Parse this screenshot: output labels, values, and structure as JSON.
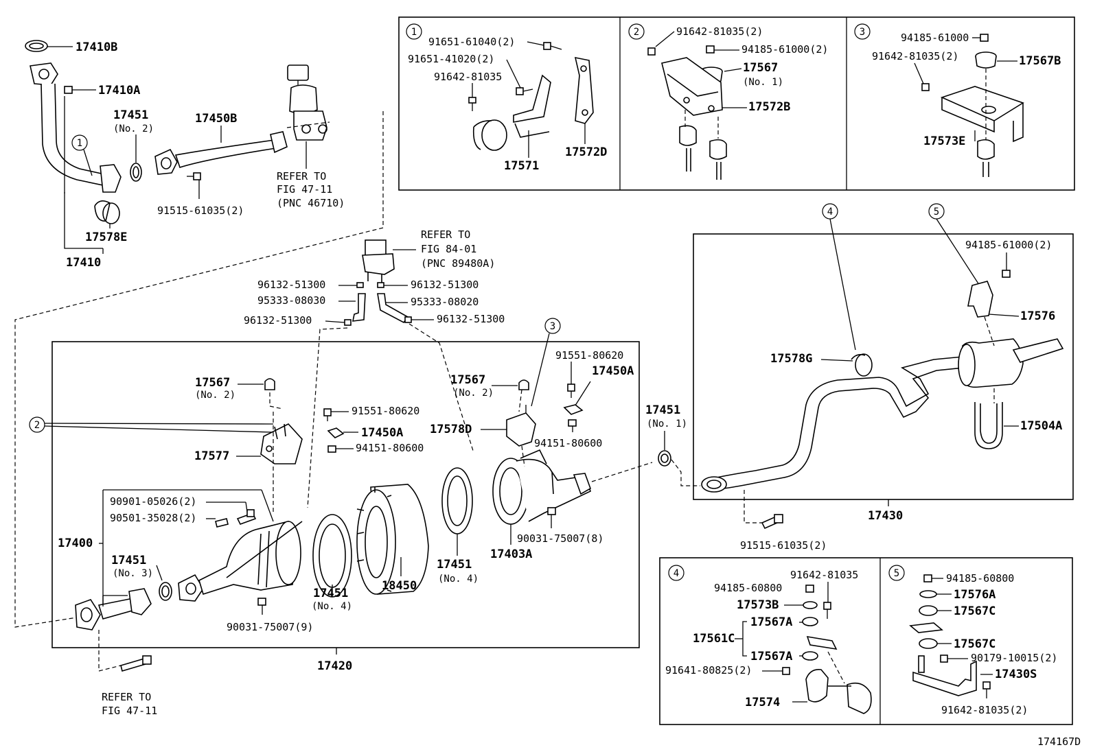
{
  "diagram_id": "174167D",
  "labels": {
    "p17410B": "17410B",
    "p17410A": "17410A",
    "p17451_no2": "17451",
    "no2": "(No. 2)",
    "p17450B": "17450B",
    "p17578E": "17578E",
    "p17410": "17410",
    "p91515_a": "91515-61035(2)",
    "refer_to": "REFER TO",
    "fig_47_11": "FIG 47-11",
    "pnc_46710": "(PNC 46710)",
    "fig_84_01": "FIG 84-01",
    "pnc_89480a": "(PNC 89480A)",
    "p96132_a": "96132-51300",
    "p96132_b": "96132-51300",
    "p96132_c": "96132-51300",
    "p96132_d": "96132-51300",
    "p95333_08030": "95333-08030",
    "p95333_08020": "95333-08020",
    "p17567_l": "17567",
    "no2_l": "(No. 2)",
    "p91551_l": "91551-80620",
    "p17450A_l": "17450A",
    "p94151_l": "94151-80600",
    "p17577": "17577",
    "p90901": "90901-05026(2)",
    "p90501": "90501-35028(2)",
    "p17400": "17400",
    "p17451_no3": "17451",
    "no3": "(No. 3)",
    "p90031_9": "90031-75007(9)",
    "p17451_no4a": "17451",
    "no4a": "(No. 4)",
    "p18450": "18450",
    "p17451_no4b": "17451",
    "no4b": "(No. 4)",
    "p17403A": "17403A",
    "p90031_8": "90031-75007(8)",
    "p17567_r": "17567",
    "no2_r": "(No. 2)",
    "p17578D": "17578D",
    "p91551_r": "91551-80620",
    "p17450A_r": "17450A",
    "p94151_r": "94151-80600",
    "p17420": "17420",
    "p17451_no1": "17451",
    "no1": "(No. 1)",
    "p17578G": "17578G",
    "p94185_r": "94185-61000(2)",
    "p17576": "17576",
    "p17504A": "17504A",
    "p17430": "17430",
    "p91515_b": "91515-61035(2)",
    "refer_to_b": "REFER TO",
    "fig_47_11_b": "FIG 47-11",
    "b1_91651_61040": "91651-61040(2)",
    "b1_91651_41020": "91651-41020(2)",
    "b1_91642_81035": "91642-81035",
    "b1_17571": "17571",
    "b1_17572D": "17572D",
    "b2_91642_81035": "91642-81035(2)",
    "b2_94185_61000": "94185-61000(2)",
    "b2_17567": "17567",
    "b2_no1": "(No. 1)",
    "b2_17572B": "17572B",
    "b3_94185_61000": "94185-61000",
    "b3_91642_81035": "91642-81035(2)",
    "b3_17567B": "17567B",
    "b3_17573E": "17573E",
    "b4_91642_81035": "91642-81035",
    "b4_94185_60800": "94185-60800",
    "b4_17573B": "17573B",
    "b4_17567A_a": "17567A",
    "b4_17561C": "17561C",
    "b4_17567A_b": "17567A",
    "b4_91641_80825": "91641-80825(2)",
    "b4_17574": "17574",
    "b5_94185_60800": "94185-60800",
    "b5_17576A": "17576A",
    "b5_17567C_a": "17567C",
    "b5_17567C_b": "17567C",
    "b5_90179_10015": "90179-10015(2)",
    "b5_17430S": "17430S",
    "b5_91642_81035": "91642-81035(2)"
  },
  "callouts": {
    "c1": "1",
    "c2": "2",
    "c3": "3",
    "c4": "4",
    "c5": "5",
    "box1": "1",
    "box2": "2",
    "box3": "3",
    "box4": "4",
    "box5": "5"
  }
}
